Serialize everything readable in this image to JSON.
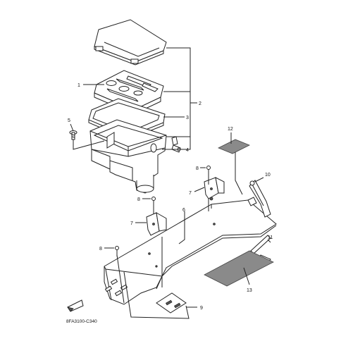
{
  "diagram_code": "8FA3100-C340",
  "callouts": {
    "c1": "1",
    "c2": "2",
    "c3": "3",
    "c4": "4",
    "c5": "5",
    "c6": "6",
    "c7a": "7",
    "c7b": "7",
    "c8a": "8",
    "c8b": "8",
    "c8c": "8",
    "c9": "9",
    "c10": "10",
    "c11": "11",
    "c12": "12",
    "c13": "13"
  }
}
